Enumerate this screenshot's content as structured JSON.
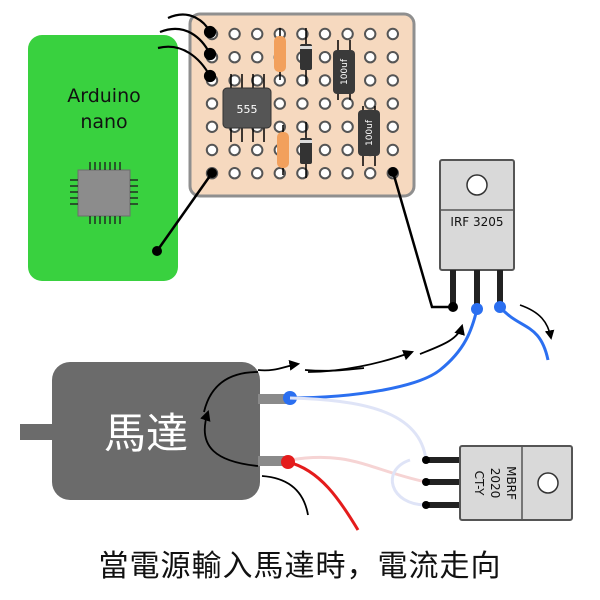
{
  "arduino": {
    "label_line1": "Arduino",
    "label_line2": "nano",
    "color": "#39d13f"
  },
  "ic555": {
    "label": "555"
  },
  "capacitors": [
    {
      "label": "100uf"
    },
    {
      "label": "100uf"
    }
  ],
  "mosfet": {
    "label": "IRF 3205"
  },
  "diode_module": {
    "label_line1": "MBRF",
    "label_line2": "2020",
    "label_line3": "CT-Y"
  },
  "motor": {
    "label": "馬達",
    "color": "#6b6b6b"
  },
  "caption": "當電源輸入馬達時，電流走向",
  "colors": {
    "blue_wire": "#2b6ff0",
    "red_wire": "#e41c1c",
    "perfboard": "#f6d9bf",
    "resistor": "#f2a05c"
  }
}
